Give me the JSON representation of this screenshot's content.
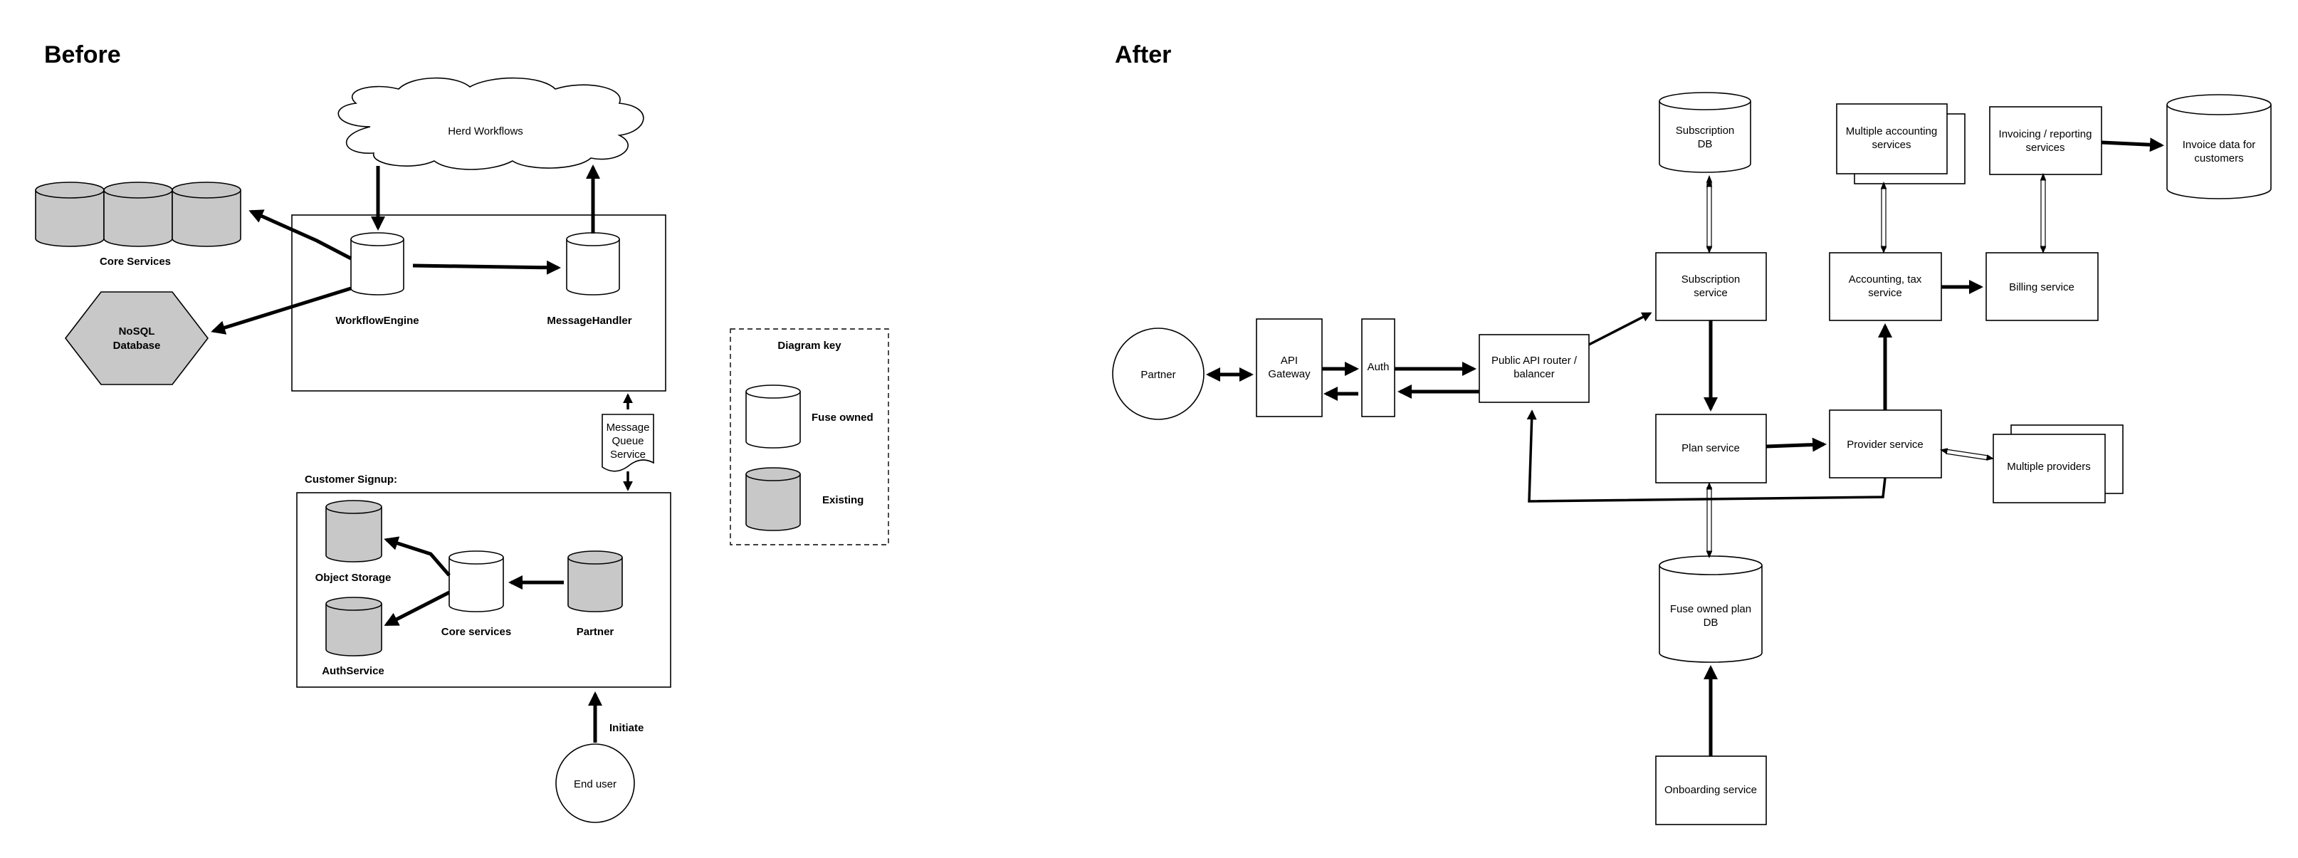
{
  "before": {
    "heading": "Before",
    "herd_workflows": "Herd Workflows",
    "core_services": "Core Services",
    "nosql_line1": "NoSQL",
    "nosql_line2": "Database",
    "workflow_engine": "WorkflowEngine",
    "message_handler": "MessageHandler",
    "mq_line1": "Message",
    "mq_line2": "Queue",
    "mq_line3": "Service",
    "customer_signup": "Customer Signup:",
    "object_storage": "Object Storage",
    "auth_service": "AuthService",
    "core_services_inner": "Core services",
    "partner": "Partner",
    "initiate": "Initiate",
    "end_user": "End user"
  },
  "key": {
    "title": "Diagram key",
    "fuse_owned": "Fuse owned",
    "existing": "Existing",
    "colors": {
      "fuse_owned": "#ffffff",
      "existing": "#c8c8c8"
    }
  },
  "after": {
    "heading": "After",
    "partner": "Partner",
    "api_gateway_line1": "API",
    "api_gateway_line2": "Gateway",
    "auth": "Auth",
    "router_line1": "Public API router /",
    "router_line2": "balancer",
    "subscription_db_line1": "Subscription",
    "subscription_db_line2": "DB",
    "subscription_service_line1": "Subscription",
    "subscription_service_line2": "service",
    "plan_service": "Plan service",
    "fuse_plan_db_line1": "Fuse owned plan",
    "fuse_plan_db_line2": "DB",
    "onboarding_service": "Onboarding service",
    "multi_accounting_line1": "Multiple accounting",
    "multi_accounting_line2": "services",
    "accounting_tax_line1": "Accounting, tax",
    "accounting_tax_line2": "service",
    "provider_service": "Provider service",
    "multiple_providers": "Multiple providers",
    "invoicing_line1": "Invoicing / reporting",
    "invoicing_line2": "services",
    "billing_service": "Billing service",
    "invoice_data_line1": "Invoice data for",
    "invoice_data_line2": "customers"
  }
}
